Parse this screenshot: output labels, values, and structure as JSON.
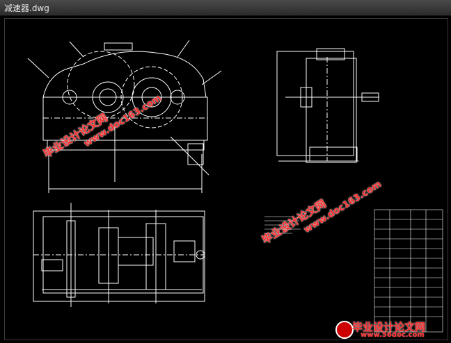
{
  "window": {
    "title": "减速器.dwg"
  },
  "watermarks": {
    "top_left": {
      "cn": "毕业设计论文网",
      "url": "www.doc163.com"
    },
    "mid_right": {
      "cn": "毕业设计论文网",
      "url": "www.doc163.com"
    }
  },
  "logo": {
    "cn": "毕业设计论文网",
    "url": "www.56doc.com"
  },
  "colors": {
    "background": "#000000",
    "lines": "#ffffff",
    "watermark": "#ff2a2a"
  }
}
